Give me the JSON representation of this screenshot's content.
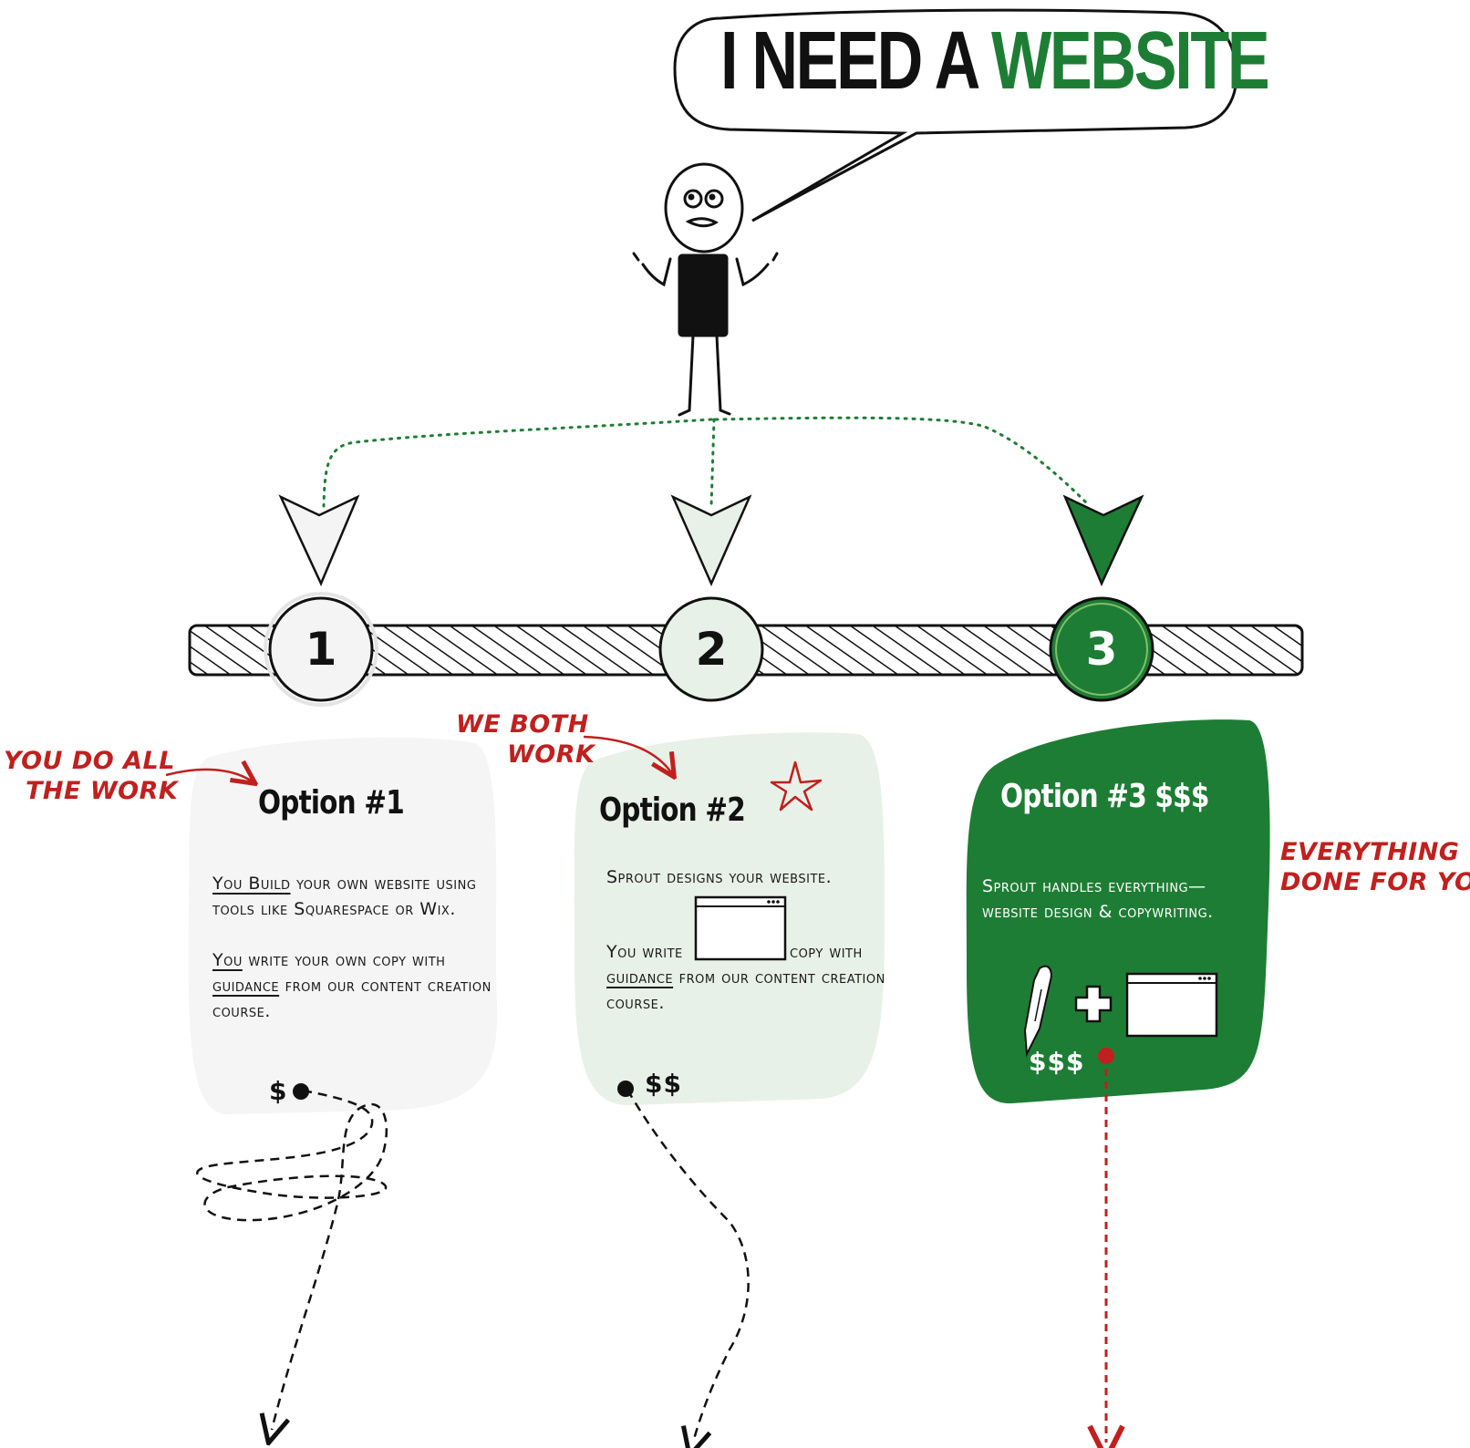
{
  "headline": {
    "part1": "I NEED A",
    "part2": "WEBSITE"
  },
  "colors": {
    "accent_green": "#1e7d35",
    "note_red": "#c0201e",
    "card1_bg": "#f5f5f5",
    "card2_bg": "#e8f1e8",
    "ink": "#111111"
  },
  "steps": [
    {
      "label": "1"
    },
    {
      "label": "2"
    },
    {
      "label": "3"
    }
  ],
  "annotations": {
    "opt1": [
      "YOU DO ALL",
      "THE WORK"
    ],
    "opt2": [
      "WE BOTH",
      "WORK"
    ],
    "opt3": [
      "EVERYTHING",
      "DONE FOR YOU"
    ]
  },
  "cards": {
    "opt1": {
      "title": "Option #1",
      "p1_a": "You Build",
      "p1_b": " your own website using tools like Squarespace or Wix.",
      "p2_a": "You",
      "p2_b": " write your own copy with ",
      "p2_c": "guidance",
      "p2_d": " from our content creation course.",
      "price": "$"
    },
    "opt2": {
      "title": "Option #2",
      "p1": "Sprout designs your website.",
      "p2_a": "You write",
      "p2_b": "copy with",
      "p2_c": "guidance",
      "p2_d": " from our content creation course.",
      "price": "$$"
    },
    "opt3": {
      "title": "Option #3 $$$",
      "p1": "Sprout handles everything—website design & copywriting.",
      "price": "$$$"
    }
  },
  "icons": [
    "person-shrug-icon",
    "pen-icon",
    "plus-icon",
    "browser-window-icon",
    "star-icon"
  ]
}
